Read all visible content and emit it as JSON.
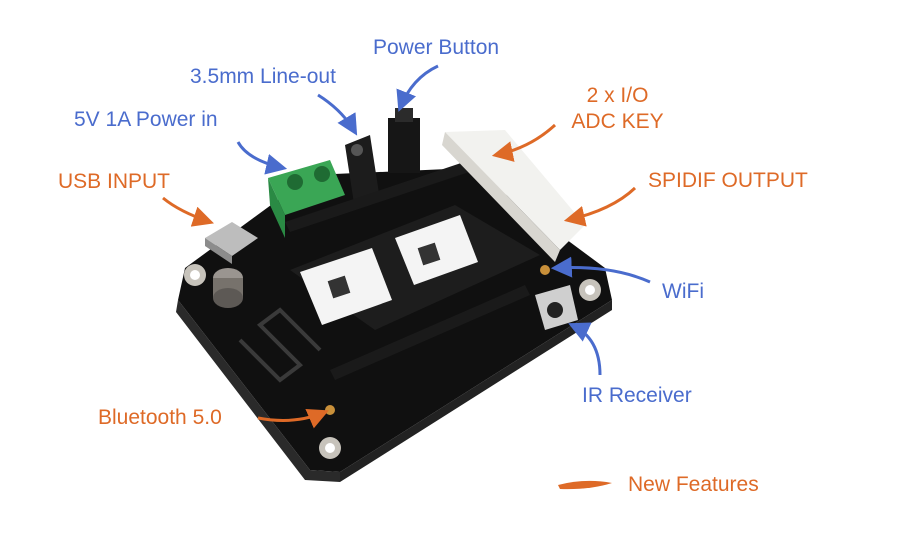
{
  "labels": {
    "power_button": "Power Button",
    "line_out": "3.5mm Line-out",
    "power_in": "5V 1A Power in",
    "usb_input": "USB INPUT",
    "io_line1": "2 x I/O",
    "io_line2": "ADC KEY",
    "spdif_output": "SPIDIF OUTPUT",
    "wifi": "WiFi",
    "ir_receiver": "IR Receiver",
    "bluetooth": "Bluetooth 5.0",
    "legend": "New Features"
  },
  "colors": {
    "existing_feature": "#4a6ccd",
    "new_feature": "#de6a27",
    "pcb": "#171717",
    "terminal_block": "#3aa655"
  },
  "icons": {
    "legend_marker": "orange-brush-stroke-icon"
  }
}
